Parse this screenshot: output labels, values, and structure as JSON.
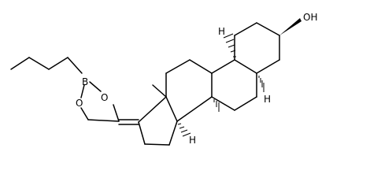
{
  "diagram": {
    "type": "chemical-structure",
    "atoms": {
      "boron": "B",
      "oxygen_top": "O",
      "oxygen_bottom": "O",
      "hydroxyl": "OH",
      "h_c9": "H",
      "h_c5": "H",
      "h_c14": "H"
    },
    "colors": {
      "bond": "#000000",
      "background": "#ffffff"
    }
  }
}
